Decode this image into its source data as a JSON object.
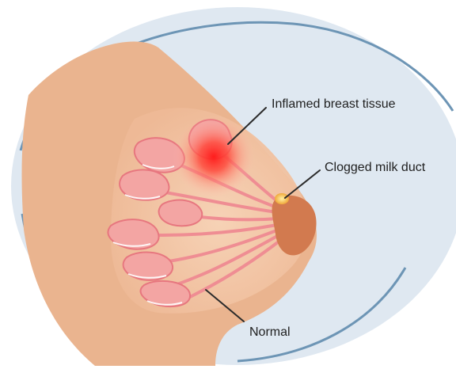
{
  "diagram": {
    "labels": {
      "inflamed": "Inflamed breast tissue",
      "clogged": "Clogged milk duct",
      "normal": "Normal"
    }
  },
  "colors": {
    "background_circle": "#dfe8f1",
    "circle_outline": "#6d95b5",
    "skin": "#eab48f",
    "breast_inner": "#f4c9a8",
    "lobes": "#f3a5a3",
    "lobes_dark": "#e77f85",
    "inflammation": "#ff2f2f",
    "clog": "#f6c343",
    "areola": "#d27a4f",
    "leader_line": "#2b2b2b"
  }
}
